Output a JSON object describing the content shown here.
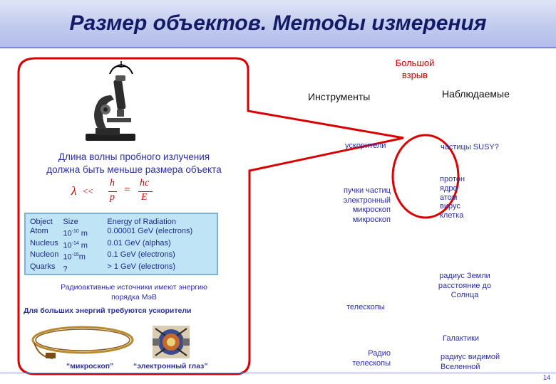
{
  "slide": {
    "title": "Размер объектов. Методы измерения",
    "page_number": "14"
  },
  "labels": {
    "big_bang_line1": "Большой",
    "big_bang_line2": "взрыв",
    "instruments": "Инструменты",
    "observables": "Наблюдаемые"
  },
  "instruments": {
    "accelerators": "ускорители",
    "beams": [
      "пучки частиц",
      "электронный",
      "микроскоп",
      "микроскоп"
    ],
    "telescopes": "телескопы",
    "radio": [
      "Радио",
      "телескопы"
    ]
  },
  "observables": {
    "susy": "частицы SUSY?",
    "matter": [
      "протон",
      "ядро",
      "атом",
      "вирус",
      "клетка"
    ],
    "earth": [
      "радиус Земли",
      "расстояние до",
      "Солнца"
    ],
    "galaxies": "Галактики",
    "universe": [
      "радиус видимой",
      "Вселенной"
    ]
  },
  "callout": {
    "wavelength_line1": "Длина волны пробного излучения",
    "wavelength_line2": "должна быть меньше размера объекта",
    "formula": {
      "lambda": "λ",
      "ll": "<<",
      "h": "h",
      "p": "p",
      "eq": "=",
      "hc": "hc",
      "E": "E"
    },
    "table": {
      "headers": [
        "Object",
        "Size",
        "Energy of Radiation"
      ],
      "rows": [
        {
          "object": "Atom",
          "size_base": "10",
          "size_exp": "-10",
          "size_unit": " m",
          "energy": "0.00001 GeV (electrons)"
        },
        {
          "object": "Nucleus",
          "size_base": "10",
          "size_exp": "-14",
          "size_unit": " m",
          "energy": "0.01 GeV (alphas)"
        },
        {
          "object": "Nucleon",
          "size_base": "10",
          "size_exp": "-15",
          "size_unit": "m",
          "energy": "0.1 GeV (electrons)"
        },
        {
          "object": "Quarks",
          "size_base": "?",
          "size_exp": "",
          "size_unit": "",
          "energy": "> 1 GeV (electrons)"
        }
      ]
    },
    "radioactive_line1": "Радиоактивные источники имеют энергию",
    "radioactive_line2": "порядка МэВ",
    "accelerators_note": "Для больших энергий требуются ускорители",
    "microscope_caption": "“микроскоп”",
    "eye_caption": "“электронный глаз”"
  },
  "colors": {
    "red": "#c80000",
    "title": "#131a66",
    "blue_text": "#2b2fa3",
    "table_bg": "#bfe4f6"
  },
  "icons": [
    "eye-icon",
    "microscope-icon",
    "accelerator-ring-icon",
    "detector-icon"
  ]
}
